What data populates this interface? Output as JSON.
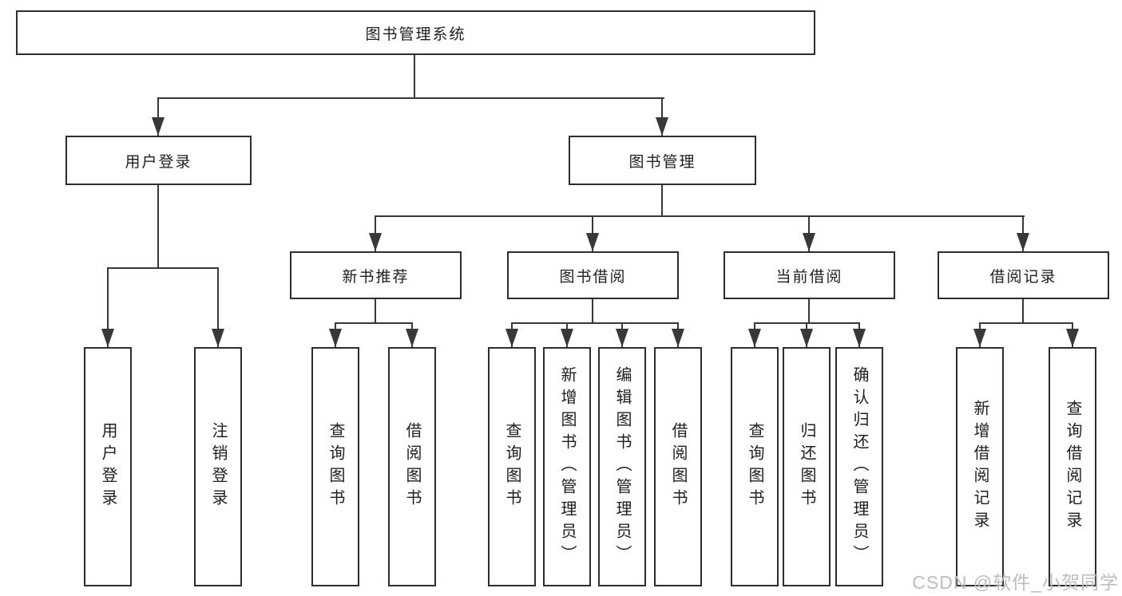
{
  "tree": {
    "root": "图书管理系统",
    "children": [
      {
        "label": "用户登录",
        "children": [
          "用户登录",
          "注销登录"
        ]
      },
      {
        "label": "图书管理",
        "children": [
          {
            "label": "新书推荐",
            "children": [
              "查询图书",
              "借阅图书"
            ]
          },
          {
            "label": "图书借阅",
            "children": [
              "查询图书",
              "新增图书（管理员）",
              "编辑图书（管理员）",
              "借阅图书"
            ]
          },
          {
            "label": "当前借阅",
            "children": [
              "查询图书",
              "归还图书",
              "确认归还（管理员）"
            ]
          },
          {
            "label": "借阅记录",
            "children": [
              "新增借阅记录",
              "查询借阅记录"
            ]
          }
        ]
      }
    ]
  },
  "watermark": "CSDN @软件_小贺同学",
  "colors": {
    "line": "#383838",
    "box_border": "#2d2d2d",
    "text": "#1e1e1e",
    "watermark_text": "#bdbdbd",
    "background": "#ffffff"
  }
}
